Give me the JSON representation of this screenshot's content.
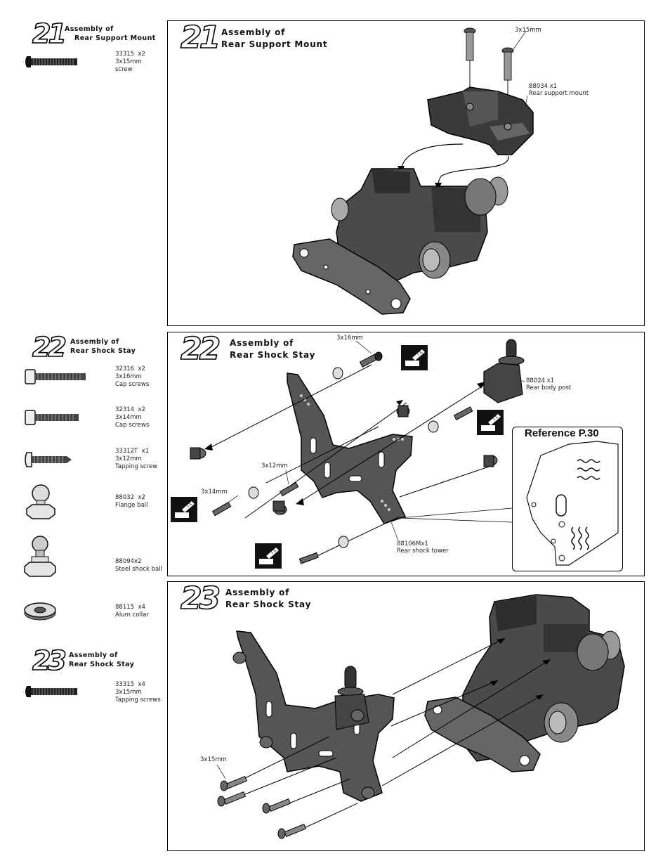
{
  "sidebar": {
    "step21": {
      "number": "21",
      "title_line1": "Assembly of",
      "title_line2": "Rear Support Mount",
      "parts": [
        {
          "code": "33315",
          "qty": "x2",
          "size": "3x15mm",
          "desc": "screw"
        }
      ]
    },
    "step22": {
      "number": "22",
      "title_line1": "Assembly of",
      "title_line2": "Rear Shock Stay",
      "parts": [
        {
          "code": "32316",
          "qty": "x2",
          "size": "3x16mm",
          "desc": "Cap screws"
        },
        {
          "code": "32314",
          "qty": "x2",
          "size": "3x14mm",
          "desc": "Cap screws"
        },
        {
          "code": "33312T",
          "qty": "x1",
          "size": "3x12mm",
          "desc": "Tapping screw"
        },
        {
          "code": "88032",
          "qty": "x2",
          "desc": "Flange ball"
        },
        {
          "code": "88094x2",
          "desc": "Steel shock ball"
        },
        {
          "code": "88115",
          "qty": "x4",
          "desc": "Alum collar"
        }
      ]
    },
    "step23": {
      "number": "23",
      "title_line1": "Assembly of",
      "title_line2": "Rear Shock Stay",
      "parts": [
        {
          "code": "33315",
          "qty": "x4",
          "size": "3x15mm",
          "desc": "Tapping screws"
        }
      ]
    }
  },
  "panels": {
    "p21": {
      "number": "21",
      "title_line1": "Assembly of",
      "title_line2": "Rear Support Mount",
      "callouts": {
        "screw": "3x15mm",
        "mount_code": "88034  x1",
        "mount_desc": "Rear support mount"
      }
    },
    "p22": {
      "number": "22",
      "title_line1": "Assembly of",
      "title_line2": "Rear Shock Stay",
      "callouts": {
        "s16": "3x16mm",
        "s12": "3x12mm",
        "s14": "3x14mm",
        "post_code": "88024  x1",
        "post_desc": "Rear body post",
        "tower_code": "88106Mx1",
        "tower_desc": "Rear shock tower"
      },
      "reference": "Reference  P.30",
      "tl_badge": "T.L"
    },
    "p23": {
      "number": "23",
      "title_line1": "Assembly of",
      "title_line2": "Rear Shock Stay",
      "callouts": {
        "s15": "3x15mm"
      }
    }
  }
}
